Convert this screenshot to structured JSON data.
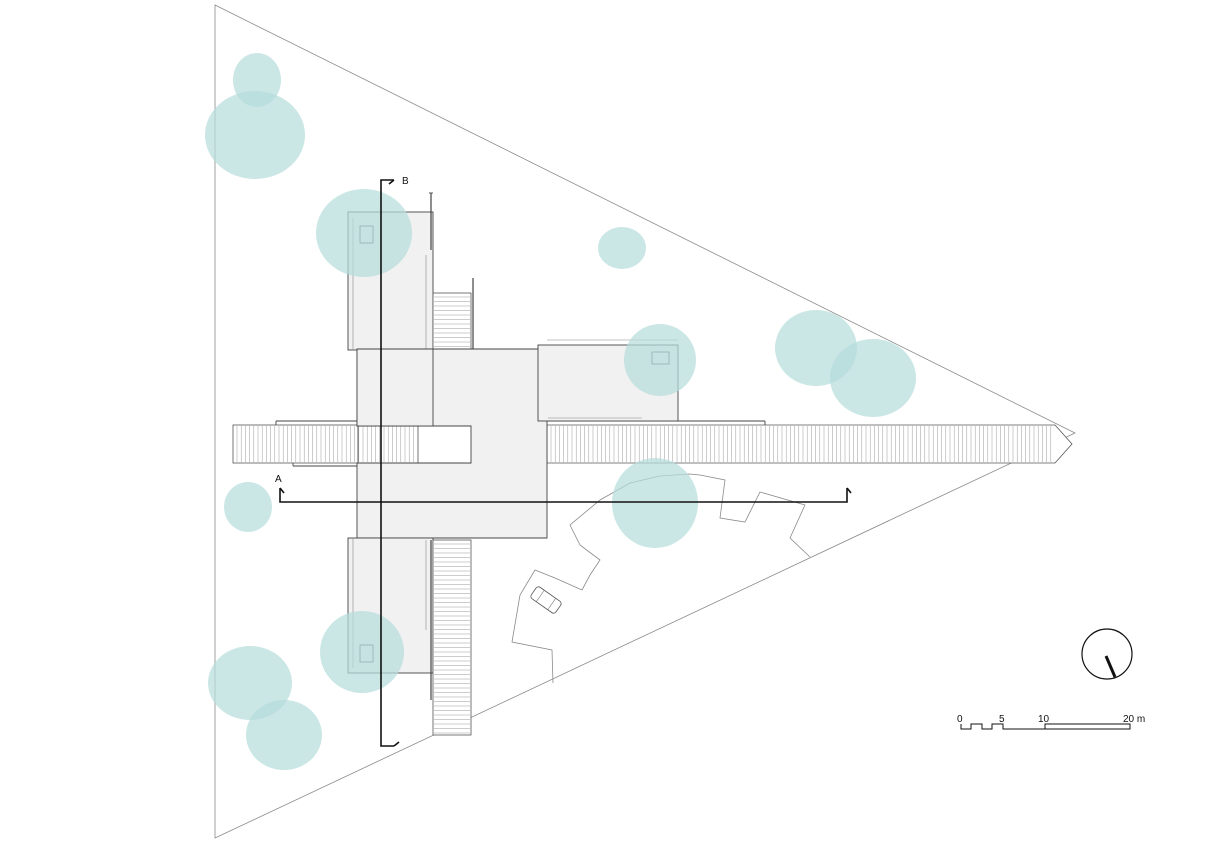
{
  "section_labels": {
    "a": "A",
    "b": "B"
  },
  "scale_bar": {
    "ticks": [
      "0",
      "5",
      "10",
      "20 m"
    ]
  },
  "north_arrow": {
    "icon": "north-arrow-icon",
    "rotation_deg": -22
  },
  "colors": {
    "tree": "#b5dcdb",
    "building": "#f1f1f1",
    "line": "#444444",
    "site_boundary": "#8a8a8a"
  }
}
